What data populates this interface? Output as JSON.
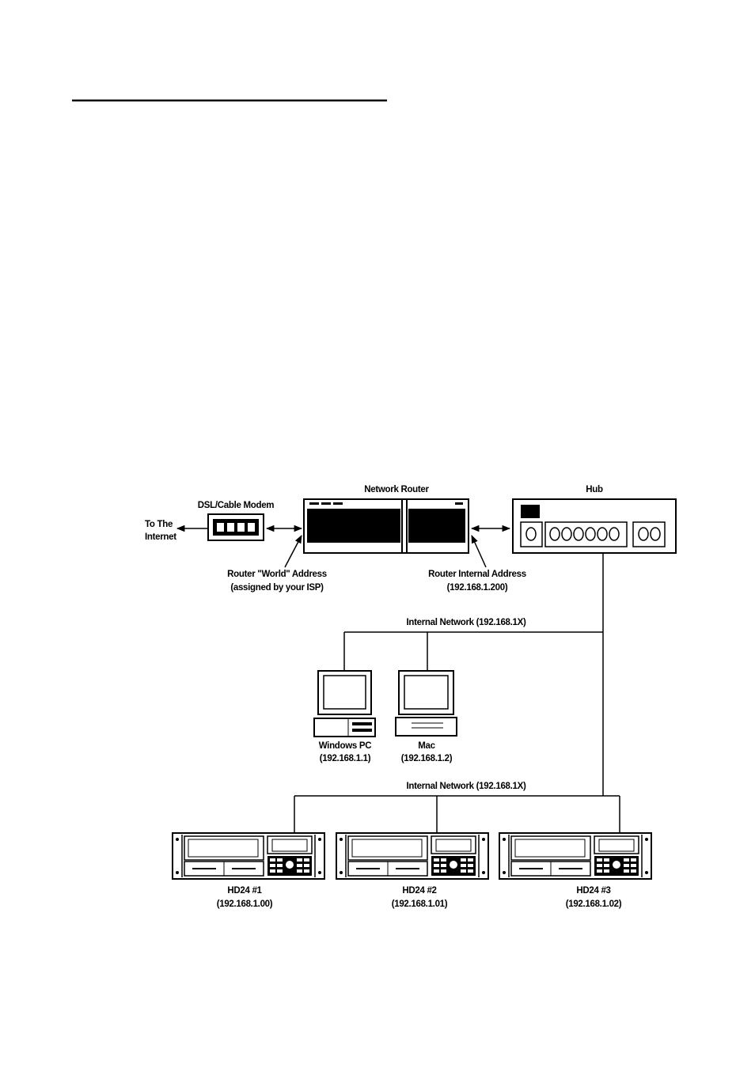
{
  "diagram": {
    "labels": {
      "to_internet_1": "To The",
      "to_internet_2": "Internet",
      "modem": "DSL/Cable Modem",
      "router": "Network Router",
      "hub": "Hub",
      "router_world_1": "Router \"World\" Address",
      "router_world_2": "(assigned by your ISP)",
      "router_internal_1": "Router Internal Address",
      "router_internal_2": "(192.168.1.200)",
      "network_top": "Internal Network (192.168.1X)",
      "network_bottom": "Internal Network (192.168.1X)",
      "pc_name": "Windows PC",
      "pc_ip": "(192.168.1.1)",
      "mac_name": "Mac",
      "mac_ip": "(192.168.1.2)",
      "hd1_name": "HD24  #1",
      "hd1_ip": "(192.168.1.00)",
      "hd2_name": "HD24  #2",
      "hd2_ip": "(192.168.1.01)",
      "hd3_name": "HD24  #3",
      "hd3_ip": "(192.168.1.02)"
    }
  }
}
